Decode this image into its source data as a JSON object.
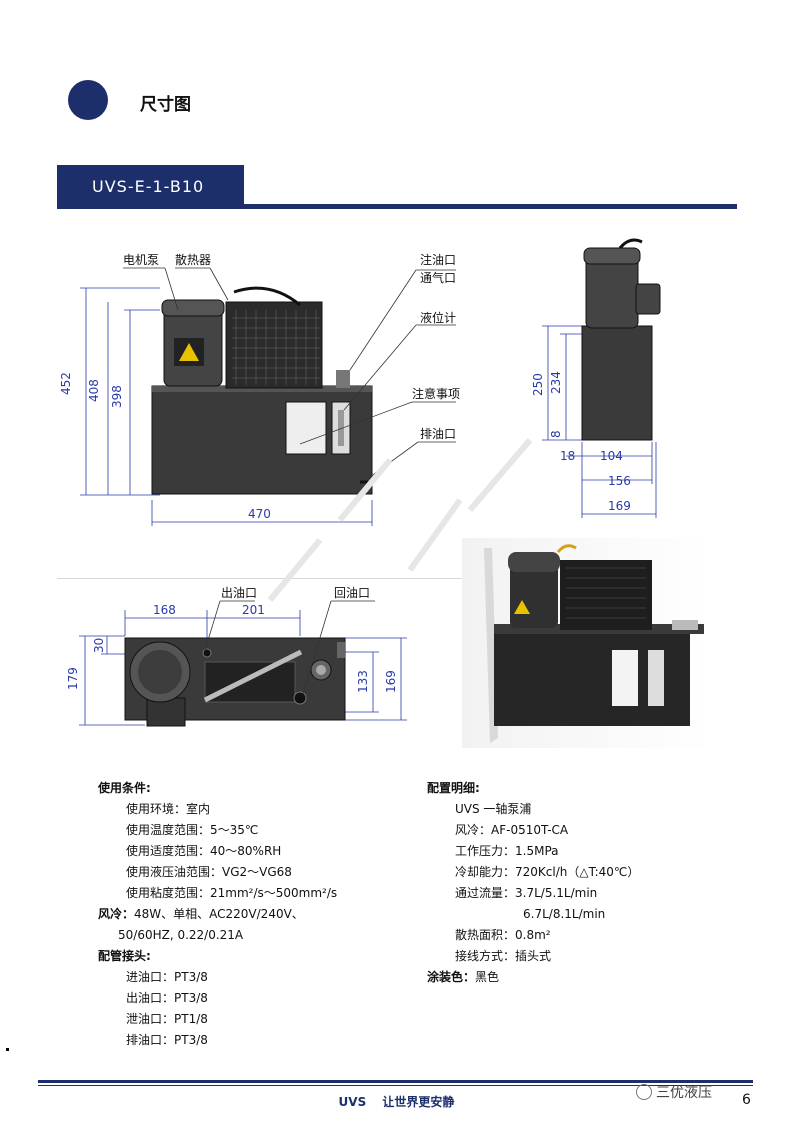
{
  "header": {
    "title": "尺寸图",
    "model": "UVS-E-1-B10"
  },
  "front_view": {
    "labels": {
      "motor_pump": "电机泵",
      "radiator": "散热器",
      "fill_port": "注油口",
      "vent_port": "通气口",
      "level_gauge": "液位计",
      "notice": "注意事项",
      "drain_port": "排油口"
    },
    "dims": {
      "h452": "452",
      "h408": "408",
      "h398": "398",
      "w470": "470"
    }
  },
  "side_view": {
    "dims": {
      "h250": "250",
      "h234": "234",
      "h8": "8",
      "w18": "18",
      "w104": "104",
      "w156": "156",
      "w169": "169"
    }
  },
  "top_view": {
    "labels": {
      "outlet": "出油口",
      "return": "回油口"
    },
    "dims": {
      "w168": "168",
      "w201": "201",
      "h179": "179",
      "h30": "30",
      "h133": "133",
      "h169": "169"
    }
  },
  "conditions": {
    "heading": "使用条件:",
    "items": [
      "使用环境：室内",
      "使用温度范围：5～35℃",
      "使用适度范围：40～80%RH",
      "使用液压油范围：VG2～VG68",
      "使用粘度范围：21mm²/s～500mm²/s"
    ],
    "fan_heading": "风冷：",
    "fan_line1": "48W、单相、AC220V/240V、",
    "fan_line2": "50/60HZ, 0.22/0.21A",
    "pipe_heading": "配管接头:",
    "pipe_items": [
      "进油口：PT3/8",
      "出油口：PT3/8",
      "泄油口：PT1/8",
      "排油口：PT3/8"
    ]
  },
  "config": {
    "heading": "配置明细:",
    "items": [
      "UVS 一轴泵浦",
      "风冷：AF-0510T-CA",
      "工作压力：1.5MPa",
      "冷却能力：720Kcl/h（△T:40℃）",
      "通过流量：3.7L/5.1L/min"
    ],
    "flow_line2": "6.7L/8.1L/min",
    "items2": [
      "散热面积：0.8m²",
      "接线方式：插头式"
    ],
    "paint_heading": "涂装色：",
    "paint_value": "黑色"
  },
  "footer": {
    "brand": "UVS",
    "slogan": "让世界更安静",
    "page": "6",
    "watermark": "三优液压"
  },
  "colors": {
    "navy": "#1d2f6b",
    "dim_blue": "#2a3aa8"
  }
}
